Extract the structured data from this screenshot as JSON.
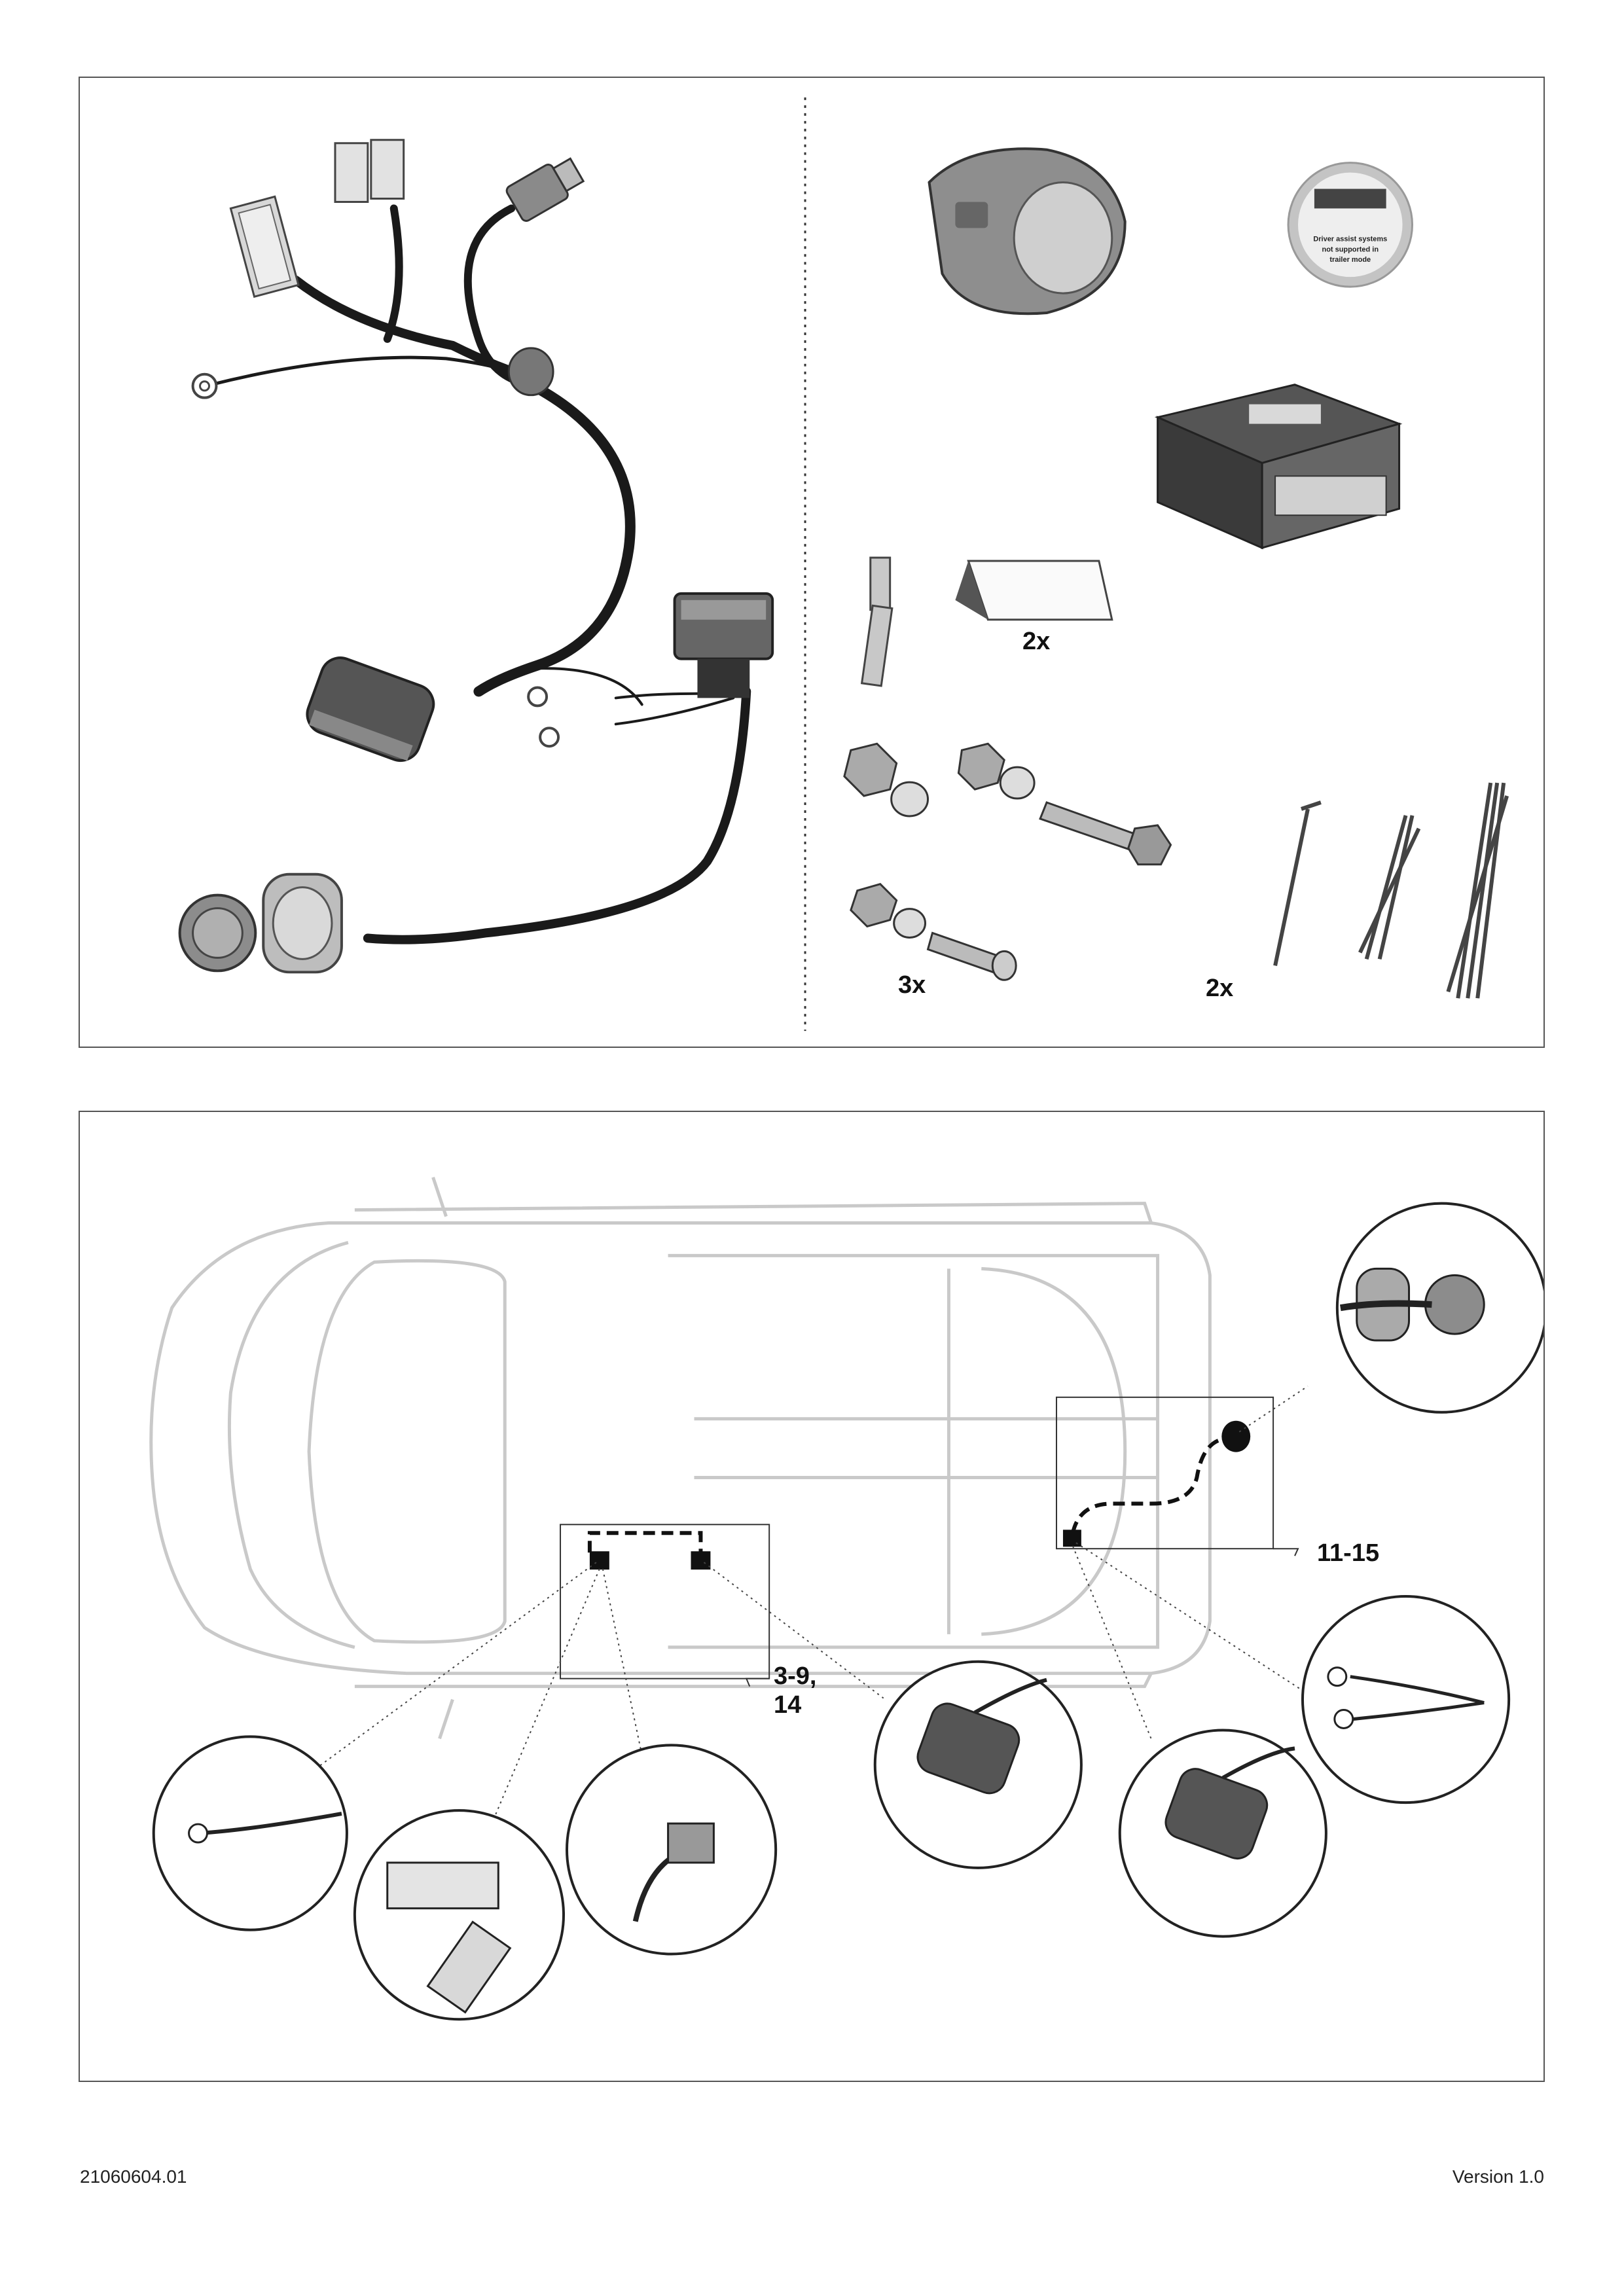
{
  "parts_panel": {
    "qty_film": "2x",
    "qty_screws": "3x",
    "qty_ties": "2x",
    "sticker": {
      "line1": "Driver assist systems",
      "line2": "not supported in",
      "line3": "trailer mode"
    }
  },
  "installation_panel": {
    "step_rear": "11-15",
    "step_front_line1": "3-9,",
    "step_front_line2": "14"
  },
  "footer": {
    "document_number": "21060604.01",
    "version": "Version 1.0"
  }
}
